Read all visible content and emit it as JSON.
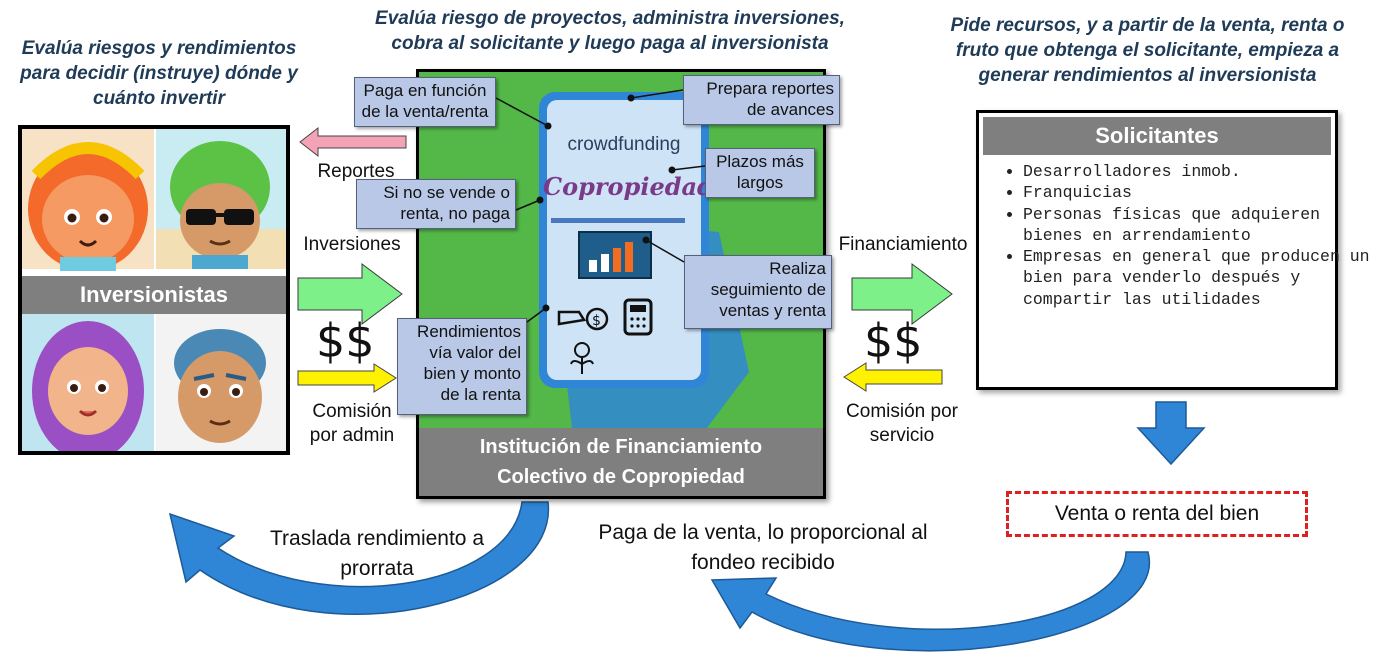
{
  "captions": {
    "left": "Evalúa riesgos y rendimientos para decidir (instruye) dónde y cuánto invertir",
    "center": "Evalúa riesgo de proyectos, administra inversiones, cobra al solicitante y luego paga al inversionista",
    "right": "Pide recursos, y a partir de la venta, renta o fruto que obtenga el solicitante, empieza a generar rendimientos al inversionista"
  },
  "investors": {
    "title": "Inversionistas"
  },
  "institution": {
    "title_line1": "Institución de Financiamiento",
    "title_line2": "Colectivo de Copropiedad",
    "phone_label": "crowdfunding",
    "phone_brand": "Copropiedad"
  },
  "callouts": {
    "pays_by_sale": "Paga en función de la venta/renta",
    "reports_progress": "Prepara reportes de avances",
    "longer_terms": "Plazos más largos",
    "no_sale_no_pay": "Si no se vende o renta, no paga",
    "tracks_sales": "Realiza seguimiento de ventas y renta",
    "returns": "Rendimientos vía valor del bien y monto de la renta"
  },
  "flows": {
    "reportes": "Reportes",
    "inversiones": "Inversiones",
    "money_left": "$$",
    "comision_admin": "Comisión por admin",
    "financiamiento": "Financiamiento",
    "money_right": "$$",
    "comision_servicio": "Comisión por servicio",
    "traslada": "Traslada rendimiento a prorrata",
    "paga_venta": "Paga de la venta, lo proporcional al fondeo recibido"
  },
  "applicants": {
    "title": "Solicitantes",
    "items": [
      "Desarrolladores inmob.",
      "Franquicias",
      "Personas físicas que adquieren bienes en arrendamiento",
      "Empresas en general que producen un bien para venderlo después y compartir las utilidades"
    ]
  },
  "sale_box": "Venta o renta del bien",
  "colors": {
    "green_arrow": "#7df08a",
    "yellow_arrow": "#fff200",
    "pink_arrow": "#f4a3b6",
    "blue_arrow": "#2f86d6",
    "panel_green": "#54b848",
    "callout_blue": "#b8c8e6",
    "red_dash": "#e02020"
  }
}
